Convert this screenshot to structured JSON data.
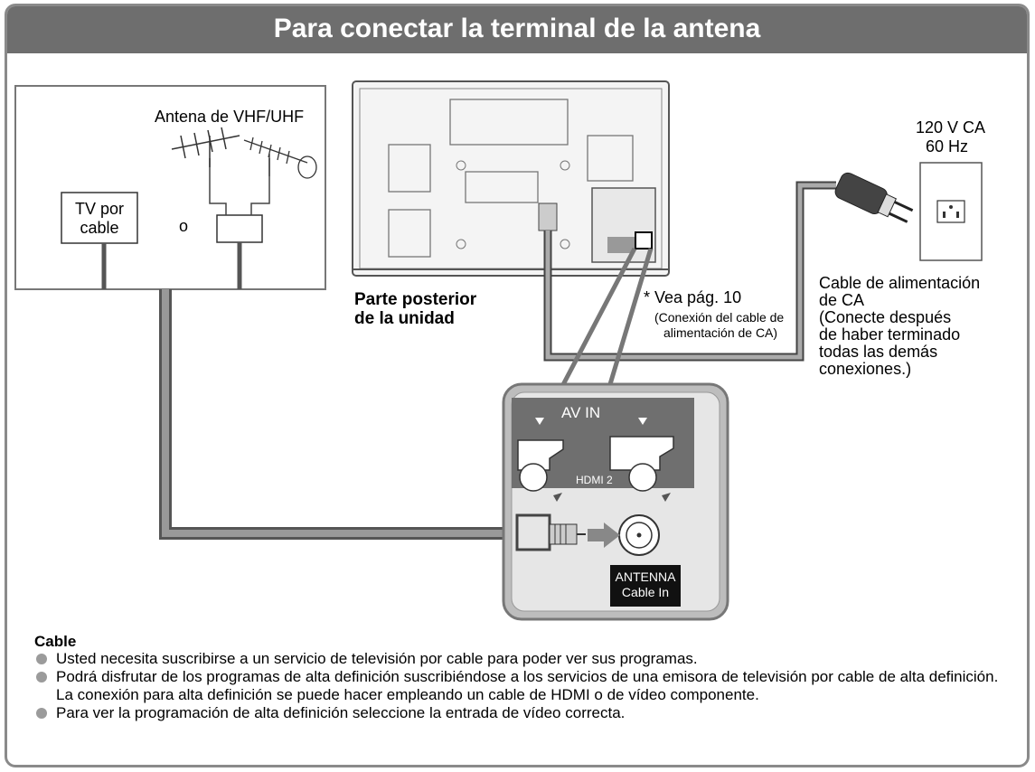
{
  "title": "Para conectar la terminal de la antena",
  "antenna_box": {
    "antenna_label": "Antena de VHF/UHF",
    "cable_tv_label": "TV por cable",
    "or_label": "o"
  },
  "tv_rear_label": "Parte posterior de la unidad",
  "note": {
    "line1": "* Vea pág. 10",
    "line2": "(Conexión del cable de",
    "line3": "alimentación de CA)"
  },
  "power": {
    "voltage": "120 V CA",
    "frequency": "60 Hz",
    "cable_label": [
      "Cable de alimentación",
      "de CA",
      "(Conecte después",
      "de haber terminado",
      "todas las demás",
      "conexiones.)"
    ]
  },
  "panel": {
    "av_in": "AV IN",
    "hdmi2": "HDMI 2",
    "antenna_label_1": "ANTENNA",
    "antenna_label_2": "Cable In"
  },
  "cable_section": {
    "heading": "Cable",
    "bullets": [
      "Usted necesita suscribirse a un servicio de televisión por cable para poder ver sus programas.",
      "Podrá disfrutar de los programas de alta definición suscribiéndose a los servicios de una emisora de televisión por cable de alta definición. La conexión para alta definición se puede hacer empleando un cable de HDMI o de vídeo componente.",
      "Para ver la programación de alta definición seleccione la entrada de vídeo correcta."
    ]
  }
}
